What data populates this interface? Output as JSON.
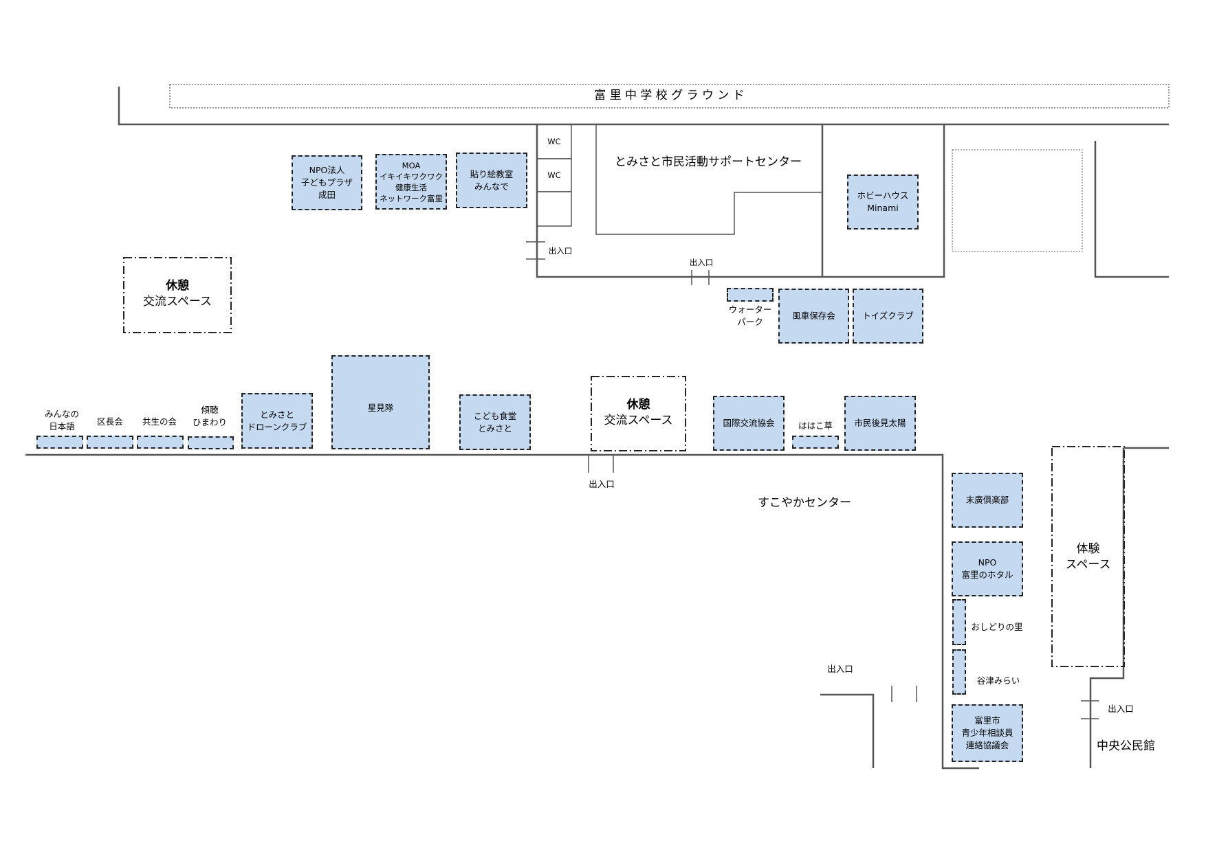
{
  "ground": "富 里 中 学 校 グ ラ ウ ン ド",
  "center_title": "とみさと市民活動サポートセンター",
  "sukoyaka": "すこやかセンター",
  "chuo": "中央公民館",
  "wc1": "WC",
  "wc2": "WC",
  "entrance_small_1": "出入口",
  "entrance_small_2": "出入口",
  "entrance_main": "出入口",
  "entrance_right": "出入口",
  "entrance_far_right": "出入口",
  "rest1": [
    "休憩",
    "交流スペース"
  ],
  "rest2": [
    "休憩",
    "交流スペース"
  ],
  "taiken": [
    "体験",
    "スペース"
  ],
  "booths": {
    "npo_kodomo": [
      "NPO法人",
      "子どもプラザ",
      "成田"
    ],
    "moa": [
      "MOA",
      "イキイキワクワク",
      "健康生活",
      "ネットワーク富里"
    ],
    "harie": [
      "貼り絵教室",
      "みんなで"
    ],
    "hobby": [
      "ホビーハウス",
      "Minami"
    ],
    "fusha": "風車保存会",
    "toys": "トイズクラブ",
    "water": [
      "ウォーター",
      "パーク"
    ],
    "nihongo": [
      "みんなの",
      "日本語"
    ],
    "kucho": "区長会",
    "kyosei": "共生の会",
    "keicho": [
      "傾聴",
      "ひまわり"
    ],
    "drone": [
      "とみさと",
      "ドローンクラブ"
    ],
    "hoshimi": "星見隊",
    "kodomo_shokudo": [
      "こども食堂",
      "とみさと"
    ],
    "kokusai": "国際交流協会",
    "hahako": "ははこ草",
    "koken": "市民後見太陽",
    "suehiro": "末廣俱楽部",
    "hotaru": [
      "NPO",
      "富里のホタル"
    ],
    "oshidori": "おしどりの里",
    "yatsu": "谷津みらい",
    "seishonen": [
      "富里市",
      "青少年相談員",
      "連絡協議会"
    ]
  },
  "colors": {
    "booth_fill": "#c5d9f1",
    "line": "#555555"
  }
}
